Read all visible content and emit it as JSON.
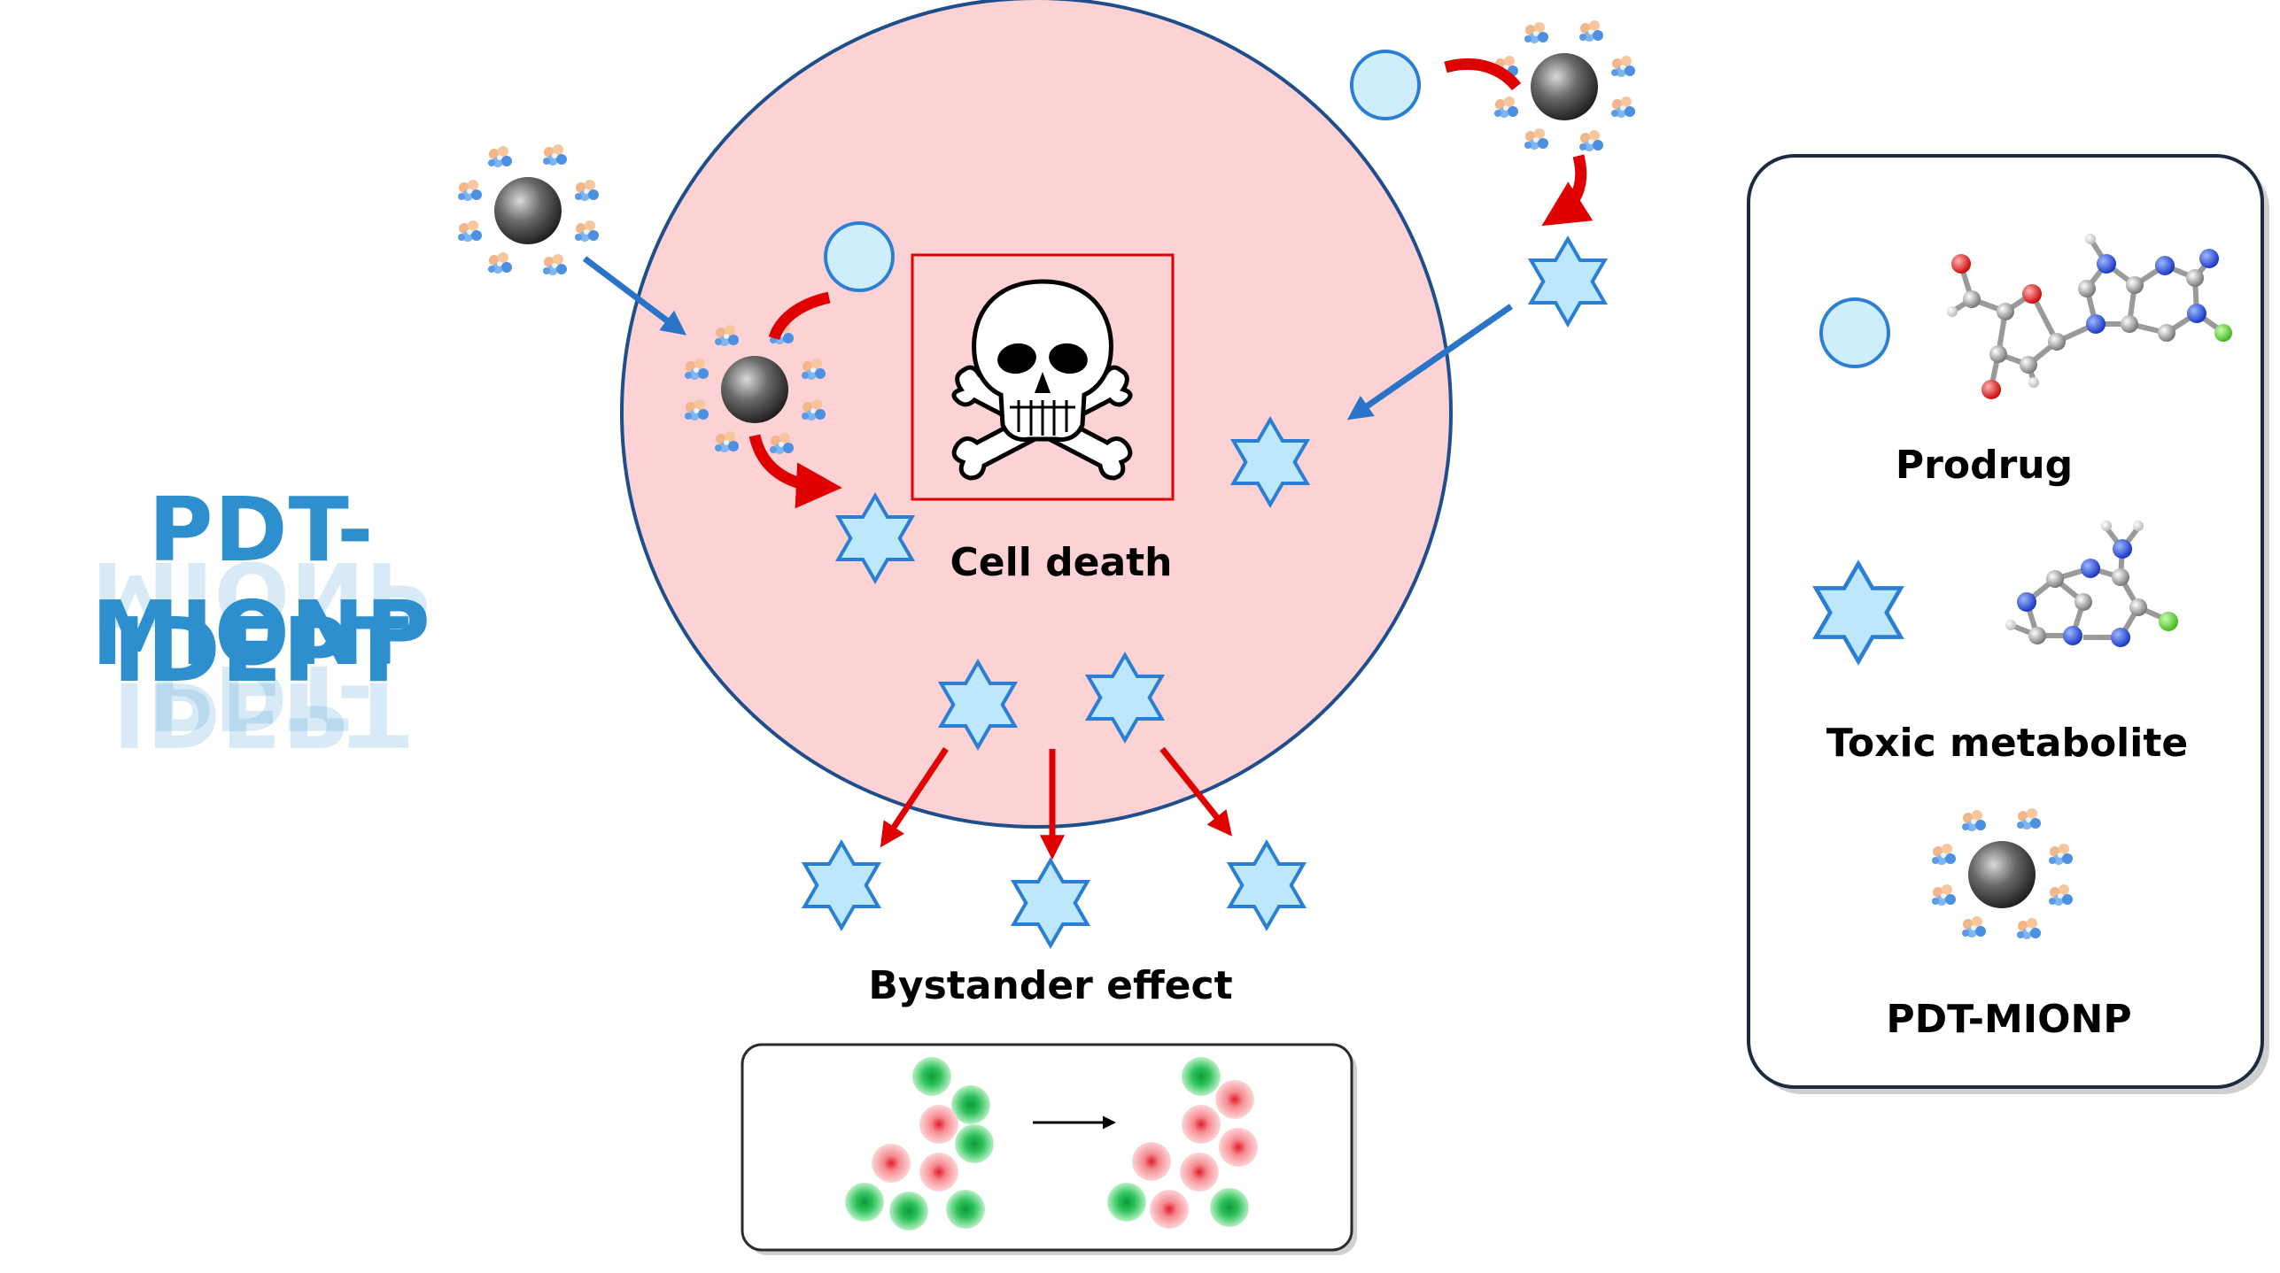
{
  "title": {
    "line1": "PDT-MIONP",
    "line2": "IDEPT"
  },
  "cell": {
    "label": "Cell death"
  },
  "bystander": {
    "label": "Bystander effect"
  },
  "legend": {
    "prodrug": "Prodrug",
    "toxic_metabolite": "Toxic metabolite",
    "nanoparticle": "PDT-MIONP"
  },
  "colors": {
    "title": "#2e8fcf",
    "cell_fill": "#fcd2d4",
    "cell_border": "#1f4e8c",
    "prodrug_fill": "#cfeefc",
    "star_fill": "#bde7fa",
    "star_stroke": "#2a7fd4",
    "arrow_blue": "#2a74c8",
    "arrow_red": "#e00000",
    "skull_box": "#e00000"
  }
}
